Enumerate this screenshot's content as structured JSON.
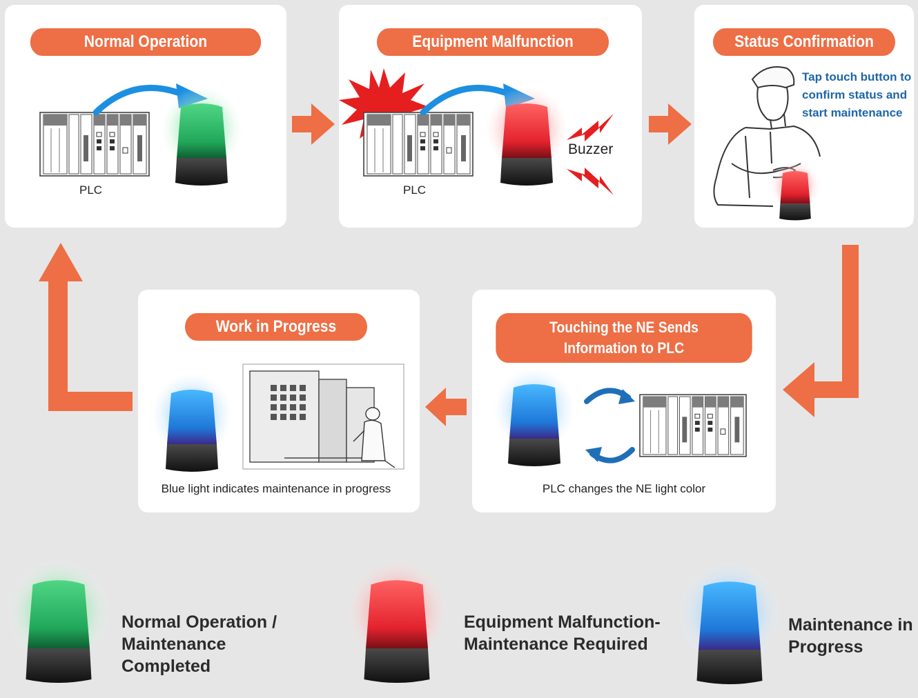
{
  "colors": {
    "accent": "#ee6e45",
    "note": "#1d66a8",
    "green": "#33c26b",
    "red": "#e8343a",
    "blue": "#2a8fe0",
    "background": "#e6e6e6"
  },
  "steps": {
    "normal_operation": {
      "title": "Normal Operation",
      "plc_label": "PLC"
    },
    "equipment_malfunction": {
      "title": "Equipment Malfunction",
      "plc_label": "PLC",
      "buzzer_label": "Buzzer"
    },
    "status_confirmation": {
      "title": "Status Confirmation",
      "note": "Tap touch button to\nconfirm status and\nstart maintenance"
    },
    "touching_ne": {
      "title": "Touching the NE Sends\nInformation to PLC",
      "caption": "PLC changes the NE light color"
    },
    "work_in_progress": {
      "title": "Work in Progress",
      "caption": "Blue light indicates maintenance in progress"
    }
  },
  "legend": [
    {
      "color": "green",
      "text": "Normal Operation /\nMaintenance Completed"
    },
    {
      "color": "red",
      "text": "Equipment Malfunction-\nMaintenance Required"
    },
    {
      "color": "blue",
      "text": "Maintenance in\nProgress"
    }
  ]
}
